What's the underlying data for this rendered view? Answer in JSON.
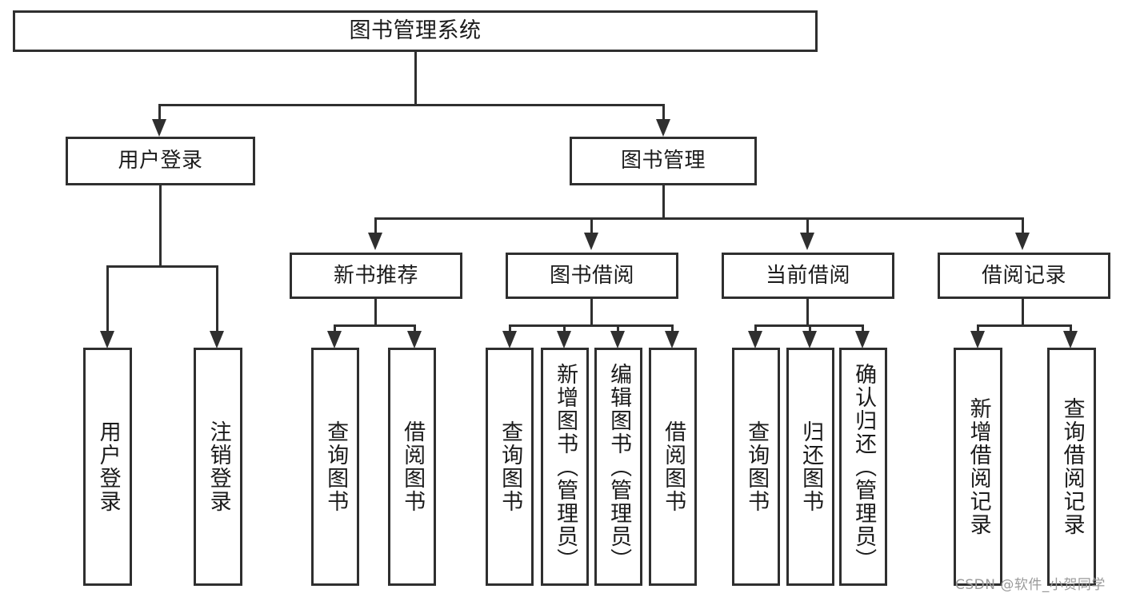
{
  "diagram": {
    "title": "图书管理系统",
    "type": "functional-structure-tree",
    "watermark": "CSDN @软件_小贺同学",
    "colors": {
      "stroke": "#2f2f2f",
      "fill": "#ffffff",
      "text": "#1b1b1b",
      "watermark": "#9a9a9a"
    }
  },
  "root": {
    "label": "图书管理系统"
  },
  "level2": [
    {
      "label": "用户登录"
    },
    {
      "label": "图书管理"
    }
  ],
  "level3": [
    {
      "label": "新书推荐"
    },
    {
      "label": "图书借阅"
    },
    {
      "label": "当前借阅"
    },
    {
      "label": "借阅记录"
    }
  ],
  "leaves": {
    "user_login": [
      {
        "label": "用户登录"
      },
      {
        "label": "注销登录"
      }
    ],
    "new_book": [
      {
        "label": "查询图书"
      },
      {
        "label": "借阅图书"
      }
    ],
    "book_borrow": [
      {
        "label": "查询图书"
      },
      {
        "label": "新增图书（管理员）"
      },
      {
        "label": "编辑图书（管理员）"
      },
      {
        "label": "借阅图书"
      }
    ],
    "current_borrow": [
      {
        "label": "查询图书"
      },
      {
        "label": "归还图书"
      },
      {
        "label": "确认归还（管理员）"
      }
    ],
    "borrow_record": [
      {
        "label": "新增借阅记录"
      },
      {
        "label": "查询借阅记录"
      }
    ]
  }
}
